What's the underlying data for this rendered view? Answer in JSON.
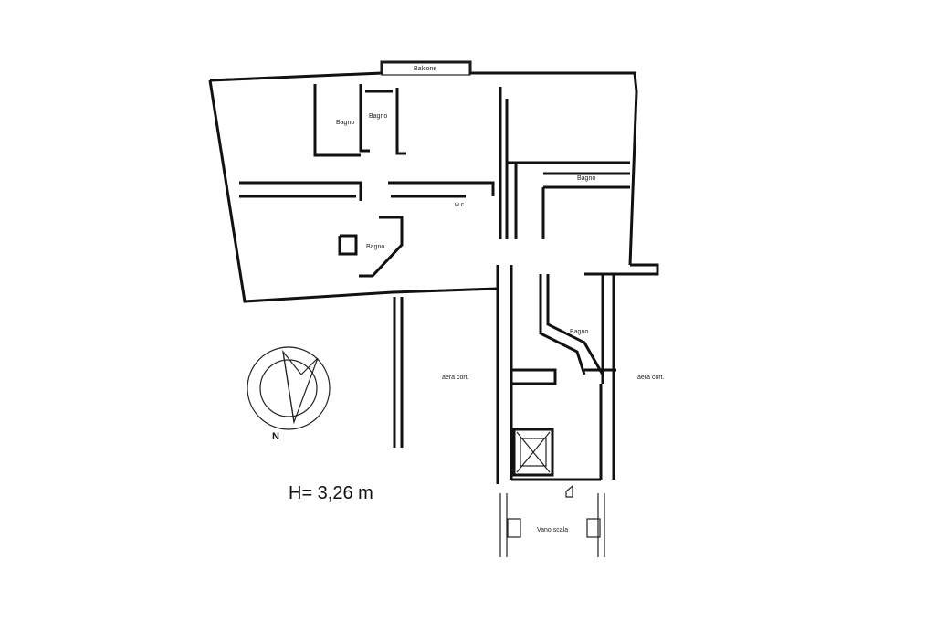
{
  "labels": {
    "balcony": "Balcone",
    "bath1": "Bagno",
    "bath2": "Bagno",
    "bath3": "Bagno",
    "bath4": "Bagno",
    "bath5": "Bagno",
    "wc": "w.c.",
    "courtyard_left": "aera cort.",
    "courtyard_right": "aera cort.",
    "stairs": "Vano scala"
  },
  "height_note": "H= 3,26 m",
  "north_label": "N"
}
